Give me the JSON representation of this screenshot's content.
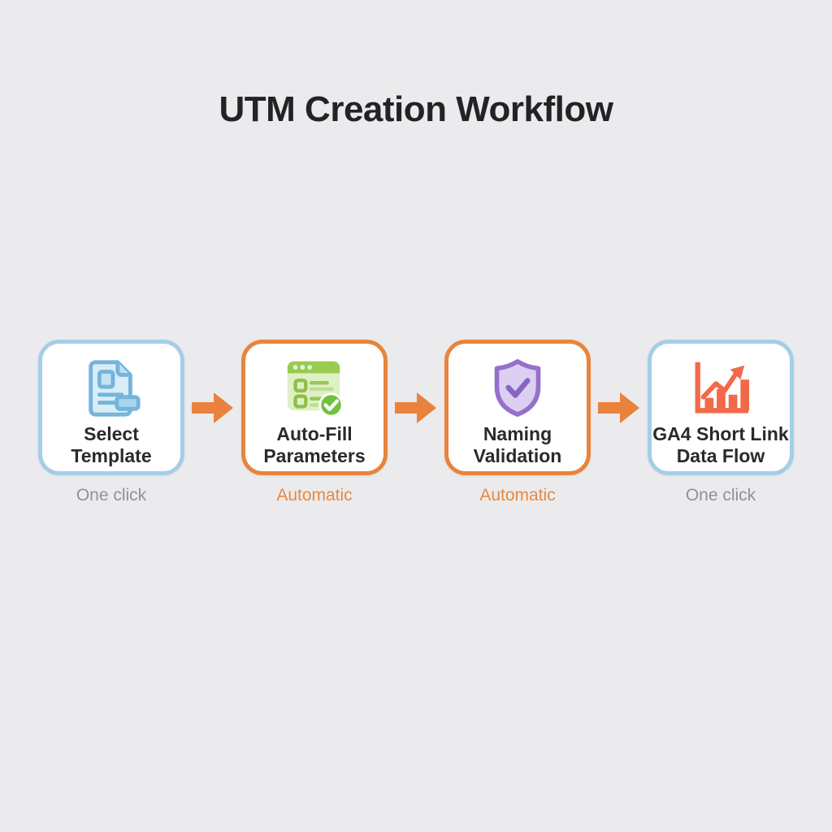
{
  "title": "UTM Creation Workflow",
  "colors": {
    "background": "#ebebed",
    "box_fill": "#ffffff",
    "box_border_blue": "#a3cfe6",
    "box_border_orange": "#e8843e",
    "arrow_orange": "#e8823c",
    "title_text": "#232326",
    "label_text": "#2a2a2c",
    "caption_gray": "#8d929b",
    "caption_orange": "#e8893f",
    "icon_blue": "#74b5da",
    "icon_green": "#8ec04a",
    "icon_purple": "#9570cb",
    "icon_red_orange": "#f2694a"
  },
  "connector_icon": "arrow-right-icon",
  "steps": [
    {
      "label": "Select Template",
      "label_lines": [
        "Select",
        "Template"
      ],
      "caption": "One click",
      "border_color": "#a3cfe6",
      "caption_color": "#8d929b",
      "icon": "document-icon"
    },
    {
      "label": "Auto-Fill Parameters",
      "label_lines": [
        "Auto-Fill",
        "Parameters"
      ],
      "caption": "Automatic",
      "border_color": "#e8843e",
      "caption_color": "#e8893f",
      "icon": "form-checklist-check-icon"
    },
    {
      "label": "Naming Validation",
      "label_lines": [
        "Naming",
        "Validation"
      ],
      "caption": "Automatic",
      "border_color": "#e8843e",
      "caption_color": "#e8893f",
      "icon": "shield-check-icon"
    },
    {
      "label": "GA4 Short Link Data Flow",
      "label_lines": [
        "GA4 Short Link",
        "Data Flow"
      ],
      "caption": "One click",
      "border_color": "#a3cfe6",
      "caption_color": "#8d929b",
      "icon": "bar-chart-growth-icon"
    }
  ]
}
